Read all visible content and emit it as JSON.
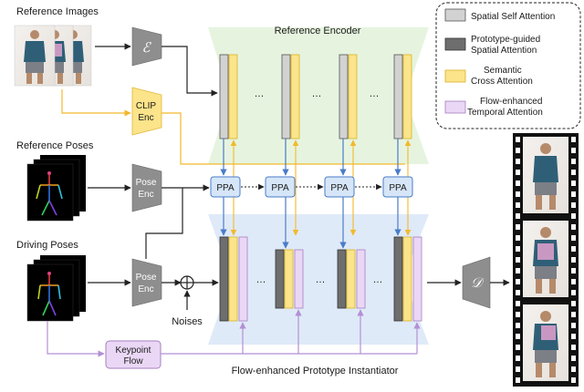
{
  "labels": {
    "reference_images": "Reference Images",
    "reference_poses": "Reference Poses",
    "driving_poses": "Driving Poses",
    "reference_encoder": "Reference Encoder",
    "noises": "Noises",
    "bottom_title": "Flow-enhanced Prototype Instantiator"
  },
  "blocks": {
    "encoder_symbol": "ℰ",
    "clip_line1": "CLIP",
    "clip_line2": "Enc",
    "pose_line1": "Pose",
    "pose_line2": "Enc",
    "ppa": "PPA",
    "decoder_symbol": "𝒟",
    "keypoint_line1": "Keypoint",
    "keypoint_line2": "Flow",
    "ellipsis": "…"
  },
  "legend": [
    {
      "line1": "Spatial Self Attention",
      "line2": "",
      "fill": "#d2d2d2",
      "stroke": "#555555"
    },
    {
      "line1": "Prototype-guided",
      "line2": "Spatial Attention",
      "fill": "#6e6e6e",
      "stroke": "#333333"
    },
    {
      "line1": "Semantic",
      "line2": "Cross Attention",
      "fill": "#fbe48a",
      "stroke": "#d9b227"
    },
    {
      "line1": "Flow-enhanced",
      "line2": "Temporal Attention",
      "fill": "#ead7f5",
      "stroke": "#a57fc2"
    }
  ],
  "colors": {
    "encoder_bg": "#e6f4df",
    "instantiator_bg": "#dfeaf8",
    "clip_yellow": "#f7c63b",
    "ppa_blue": "#4a7cc9",
    "flow_purple": "#b48fd6",
    "gray_block": "#8e8e8e"
  }
}
